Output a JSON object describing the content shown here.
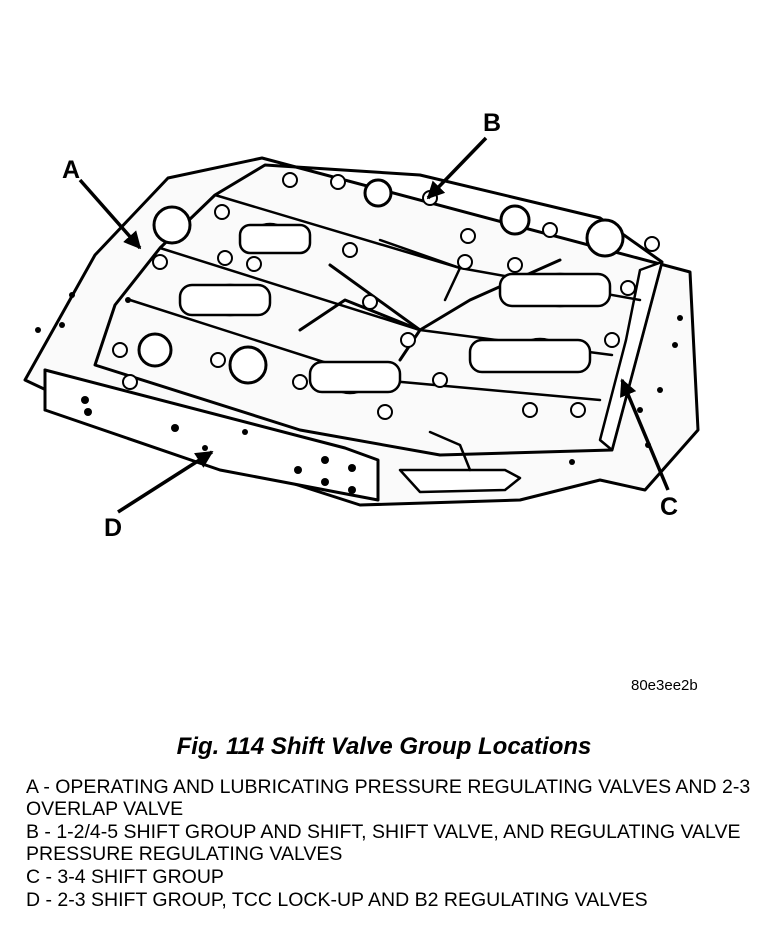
{
  "figure": {
    "callouts": {
      "a": "A",
      "b": "B",
      "c": "C",
      "d": "D"
    },
    "image_id": "80e3ee2b"
  },
  "caption": "Fig. 114 Shift Valve Group Locations",
  "legend": [
    "A - OPERATING AND LUBRICATING PRESSURE REGULATING VALVES AND 2-3 OVERLAP VALVE",
    "B - 1-2/4-5 SHIFT GROUP AND SHIFT, SHIFT VALVE, AND REGULATING VALVE PRESSURE REGULATING VALVES",
    "C - 3-4 SHIFT GROUP",
    "D - 2-3 SHIFT GROUP, TCC LOCK-UP AND B2 REGULATING VALVES"
  ]
}
